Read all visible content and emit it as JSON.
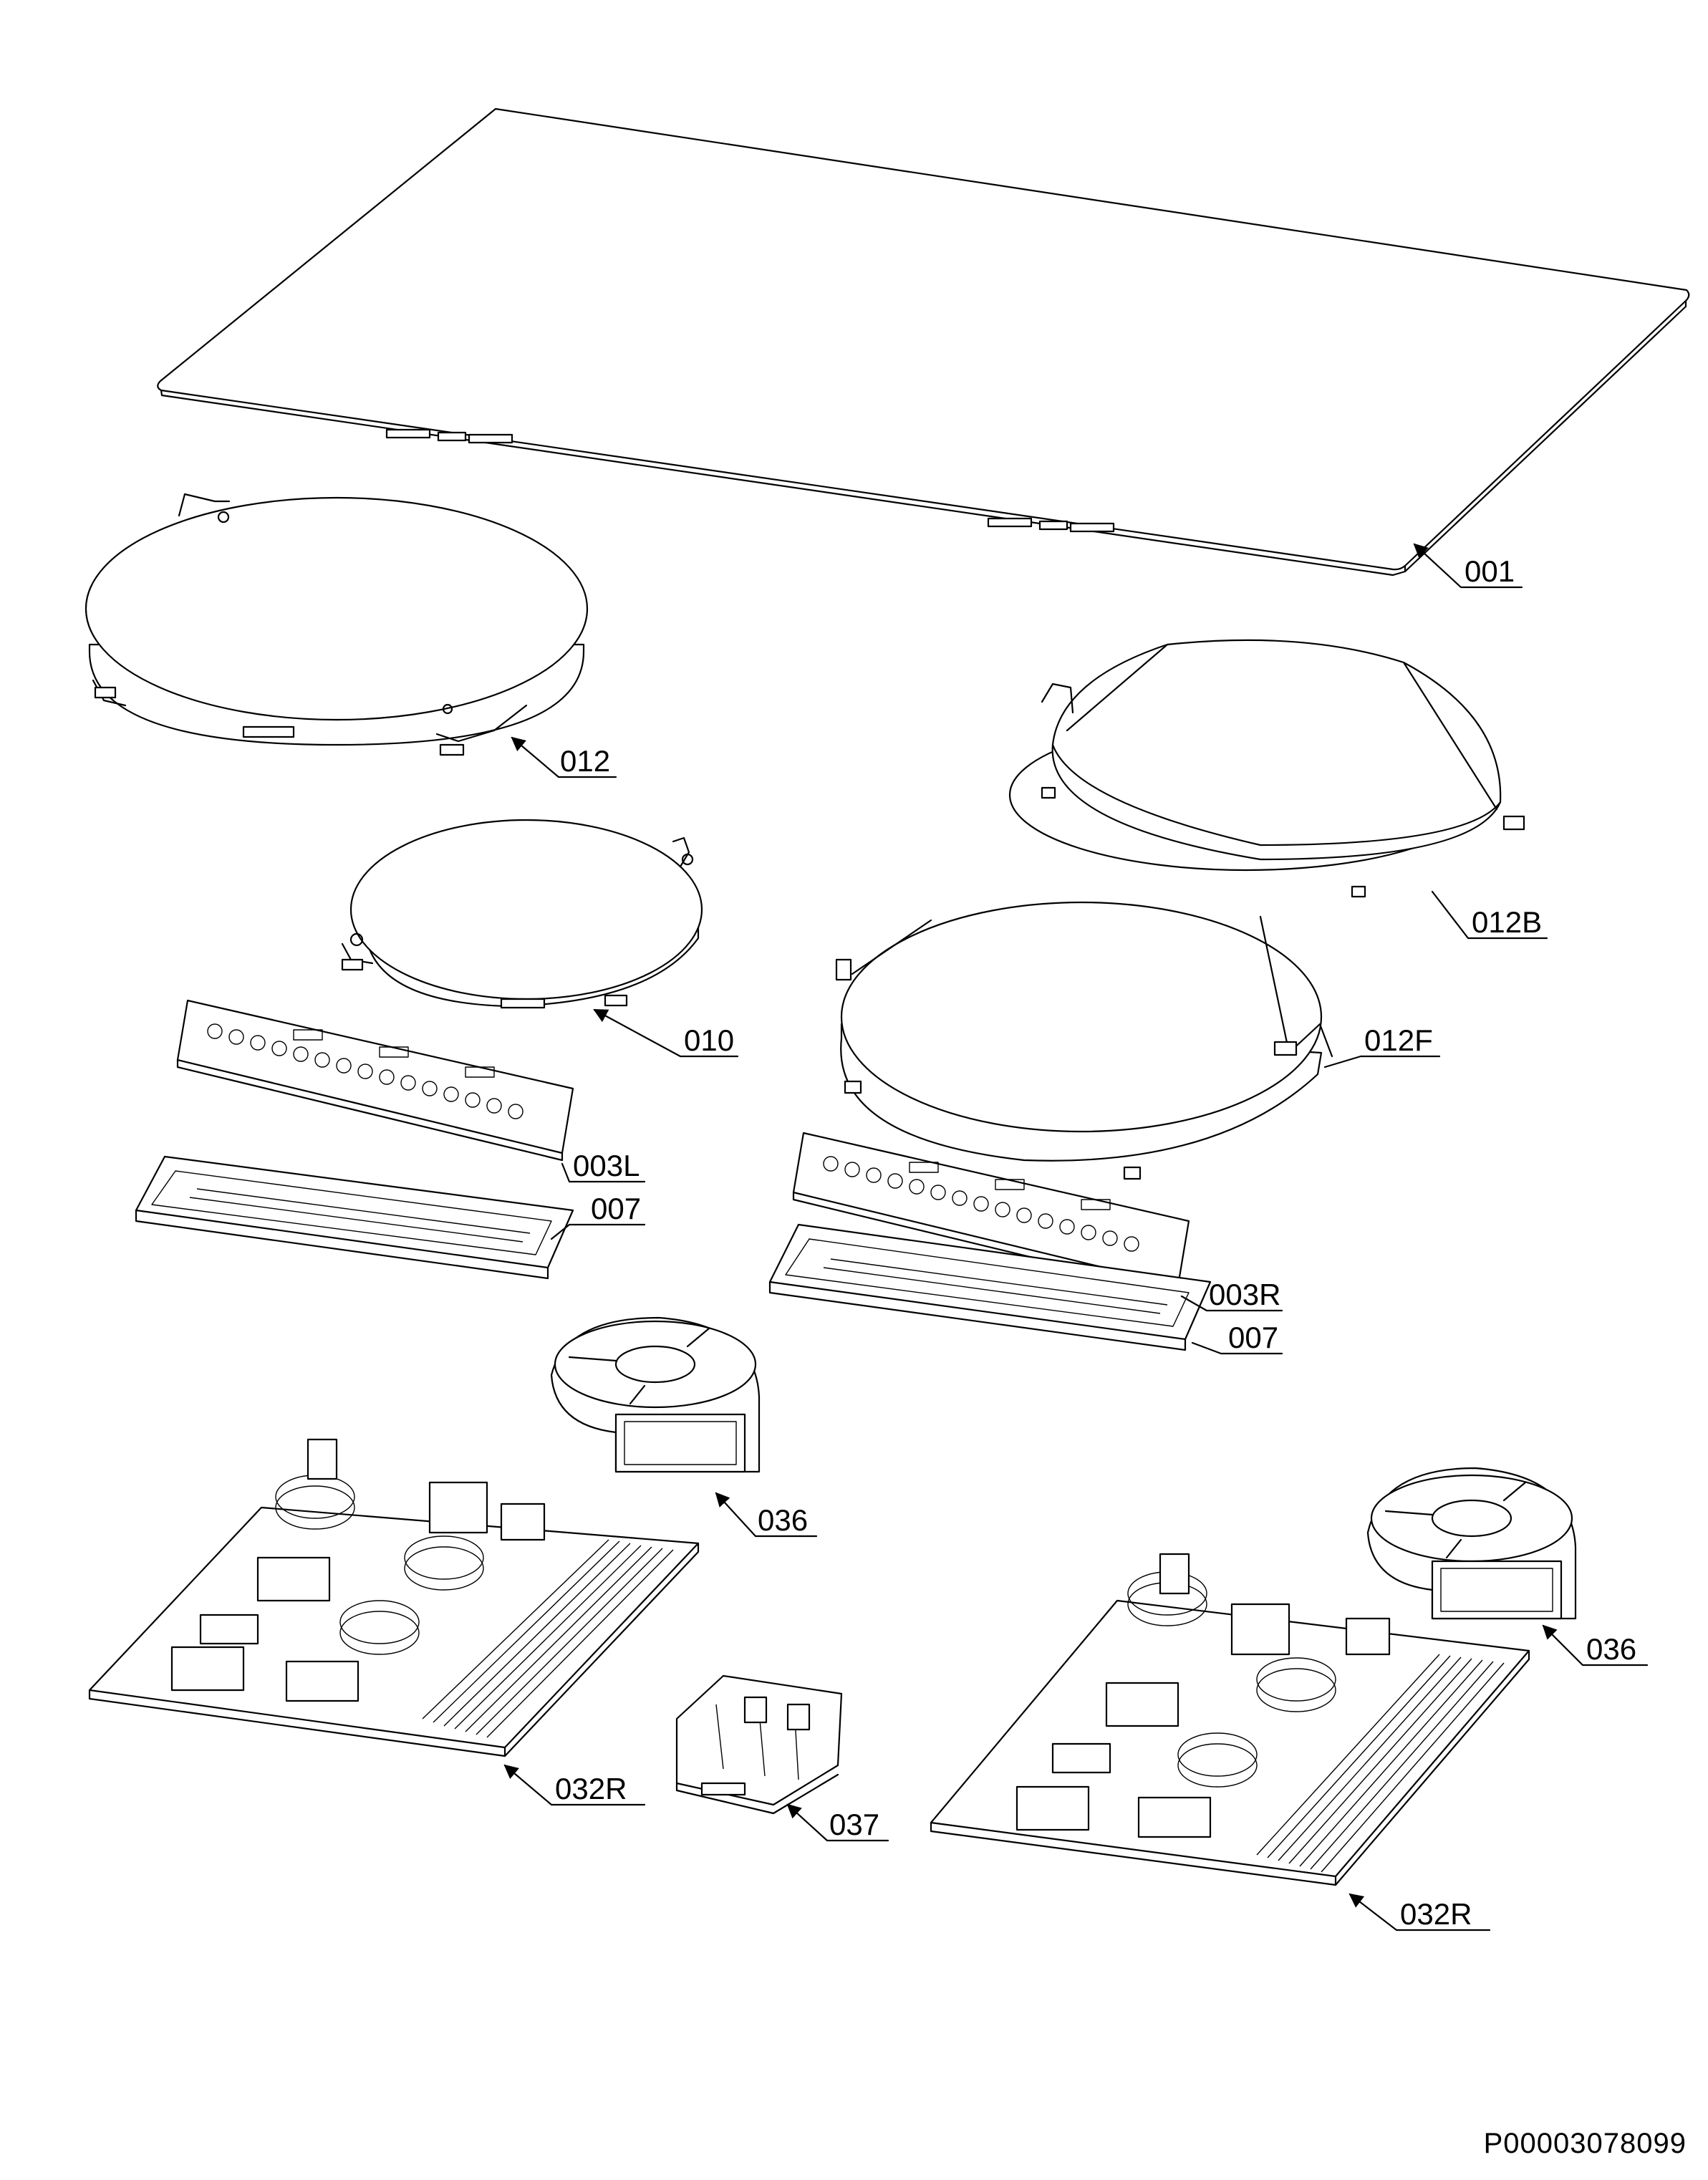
{
  "callouts": {
    "c001": "001",
    "c012": "012",
    "c012B": "012B",
    "c010": "010",
    "c012F": "012F",
    "c003L": "003L",
    "c007a": "007",
    "c003R": "003R",
    "c007b": "007",
    "c036a": "036",
    "c036b": "036",
    "c032Ra": "032R",
    "c037": "037",
    "c032Rb": "032R"
  },
  "document_id": "P00003078099",
  "colors": {
    "line": "#000000",
    "background": "#ffffff"
  }
}
